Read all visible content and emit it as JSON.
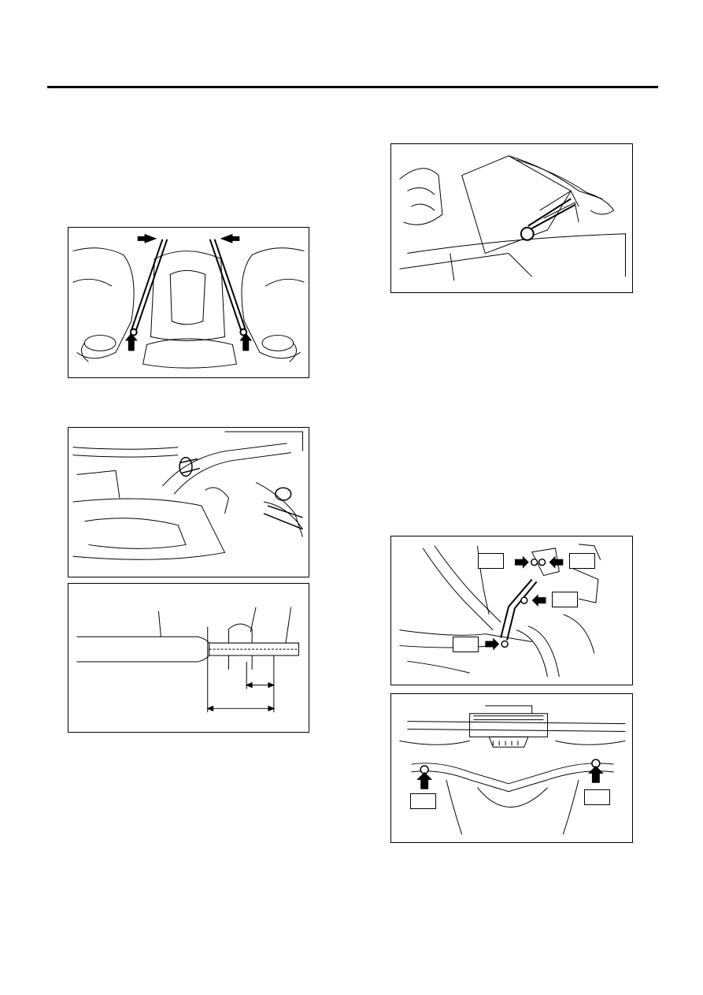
{
  "page": {
    "figures": [
      {
        "name": "fig-front-support-rods",
        "arrows": 4
      },
      {
        "name": "fig-exhaust-pipe-clamp",
        "arrows": 0
      },
      {
        "name": "fig-pipe-cross-section",
        "arrows": 0
      },
      {
        "name": "fig-wire-harness-connector",
        "arrows": 0
      },
      {
        "name": "fig-rear-arm-bolts",
        "arrows": 4,
        "blank_callouts": 4
      },
      {
        "name": "fig-rear-crossmember-bolts",
        "arrows": 2,
        "blank_callouts": 2
      }
    ]
  }
}
